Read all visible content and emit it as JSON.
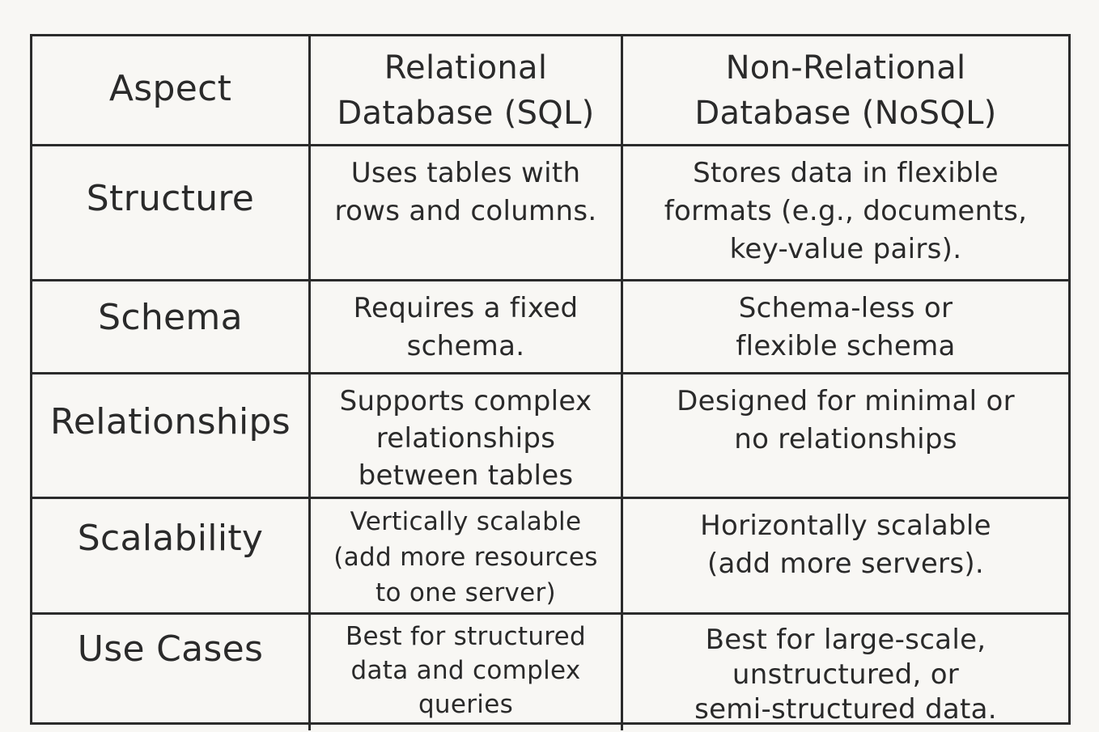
{
  "table": {
    "headers": [
      "Aspect",
      "Relational\nDatabase (SQL)",
      "Non-Relational\nDatabase (NoSQL)"
    ],
    "rows": [
      {
        "aspect": "Structure",
        "sql": "Uses tables with\nrows and columns.",
        "nosql": "Stores data in flexible\nformats (e.g., documents,\nkey-value pairs)."
      },
      {
        "aspect": "Schema",
        "sql": "Requires a fixed\nschema.",
        "nosql": "Schema-less or\nflexible schema"
      },
      {
        "aspect": "Relationships",
        "sql": "Supports complex\nrelationships\nbetween tables",
        "nosql": "Designed for minimal or\nno relationships"
      },
      {
        "aspect": "Scalability",
        "sql": "Vertically scalable\n(add more resources\nto one server)",
        "nosql": "Horizontally scalable\n(add more servers)."
      },
      {
        "aspect": "Use Cases",
        "sql": "Best for structured\ndata and complex\nqueries",
        "nosql": "Best for large-scale,\nunstructured, or\nsemi-structured data."
      }
    ]
  }
}
